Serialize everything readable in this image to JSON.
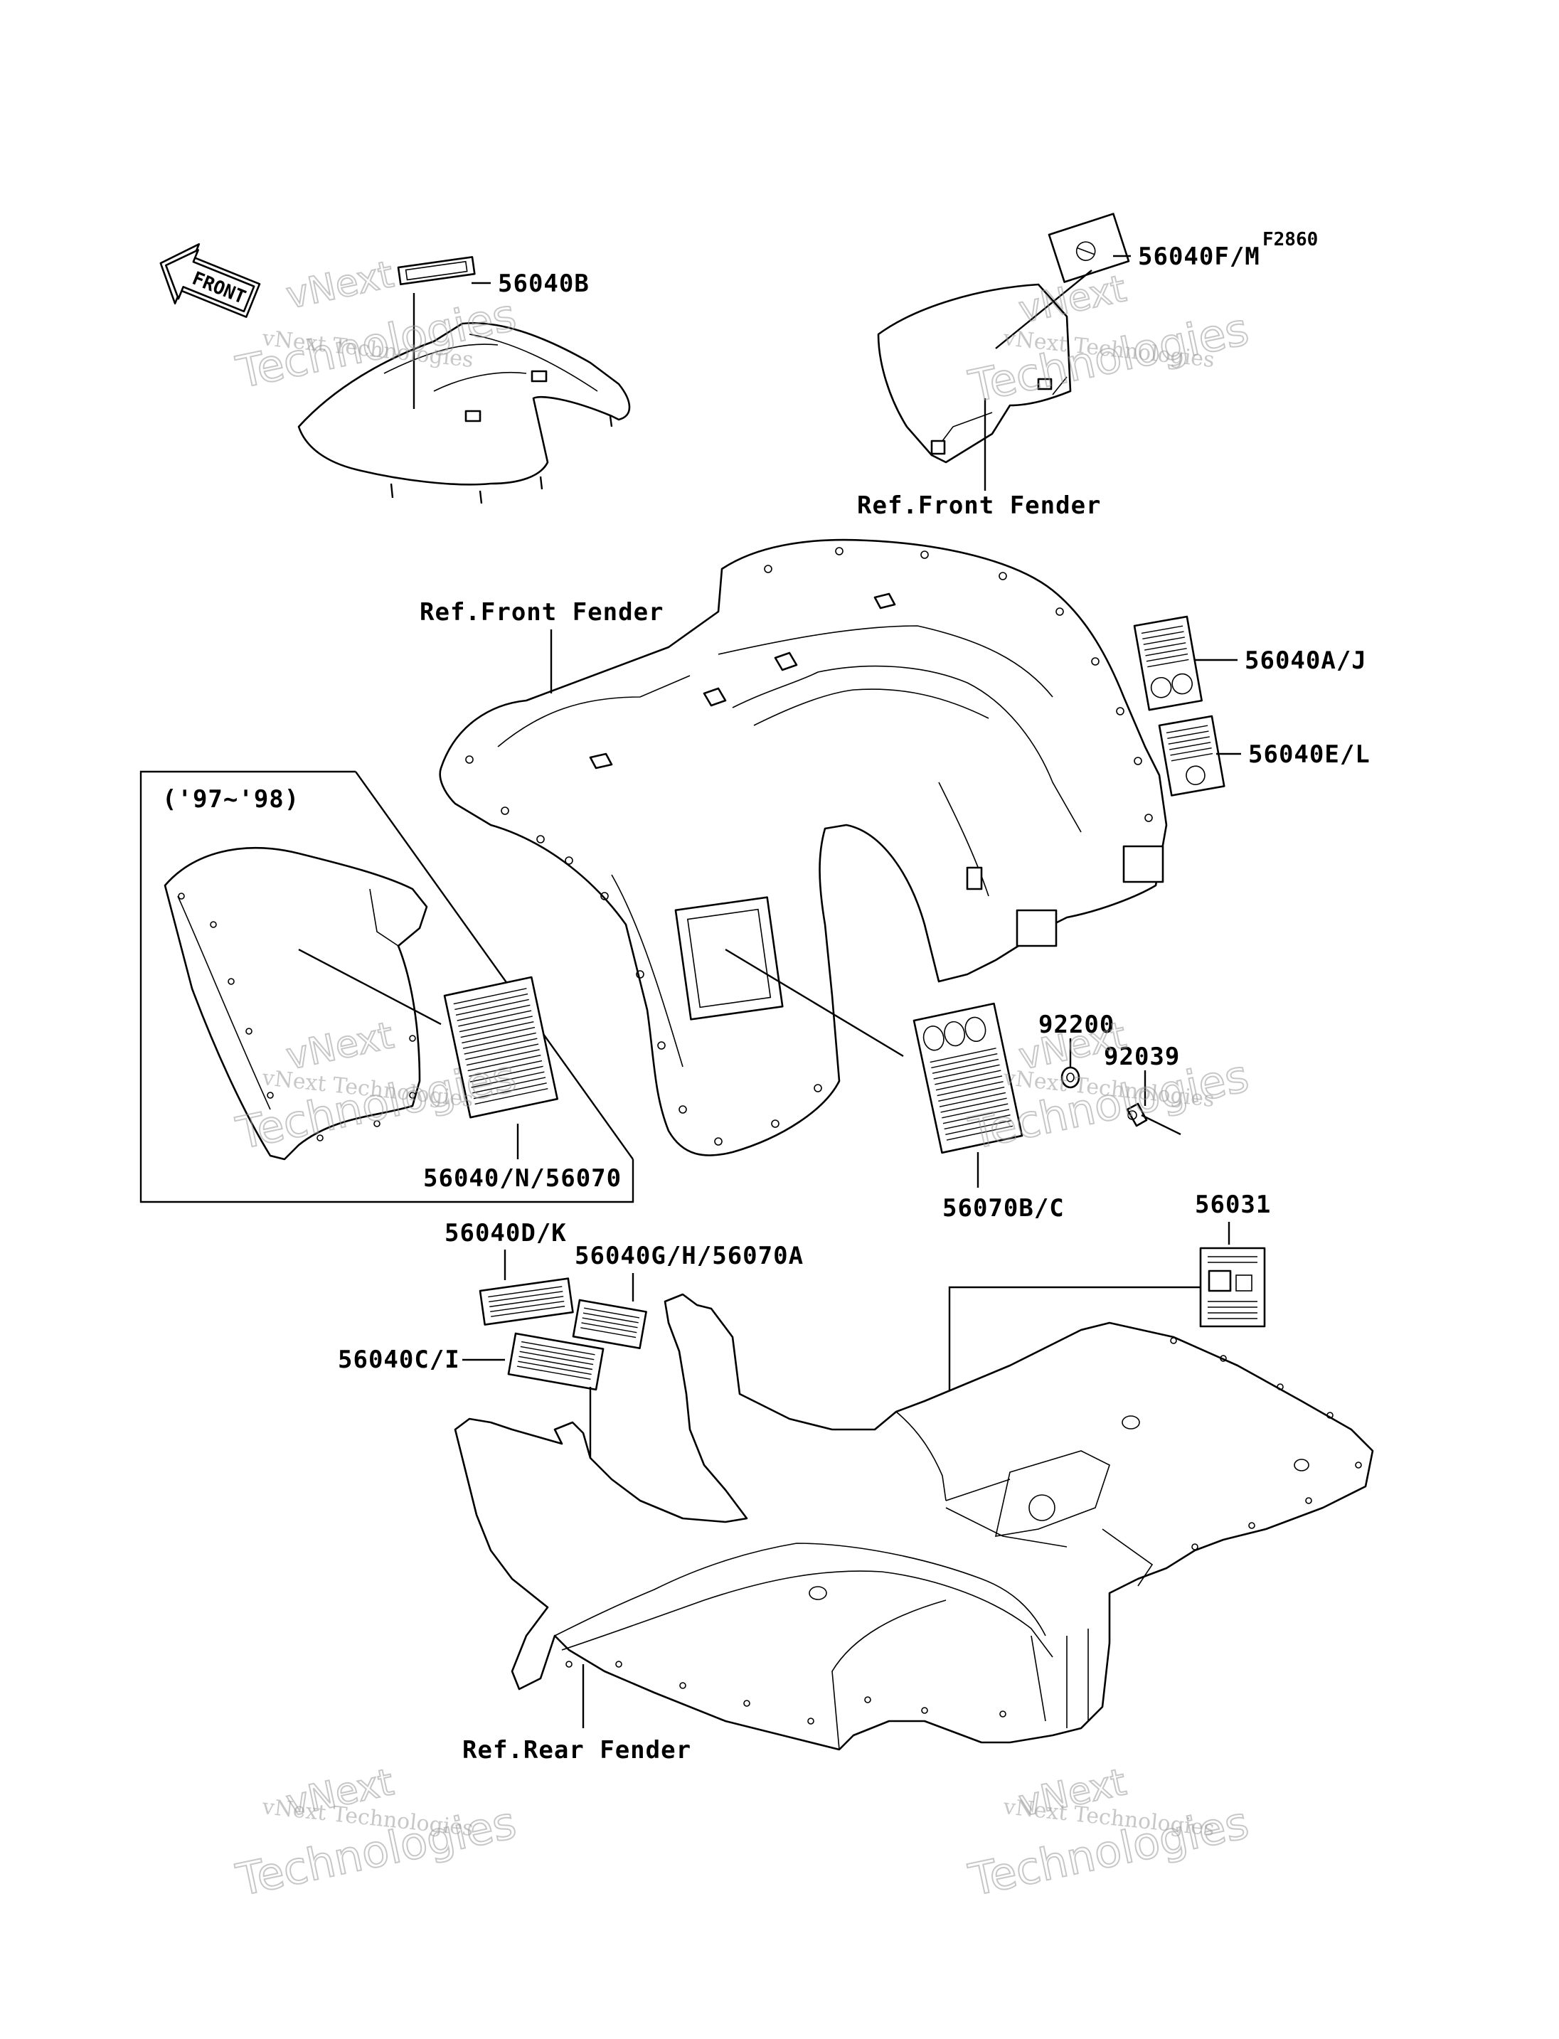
{
  "figure_id": "F2860",
  "labels": {
    "p56040B": "56040B",
    "p56040FM": "56040F/M",
    "ref_front_fender_top": "Ref.Front Fender",
    "ref_front_fender_mid": "Ref.Front Fender",
    "p56040AJ": "56040A/J",
    "p56040EL": "56040E/L",
    "year_range": "('97~'98)",
    "p92200": "92200",
    "p92039": "92039",
    "p56040N56070": "56040/N/56070",
    "p56070BC": "56070B/C",
    "p56040DK": "56040D/K",
    "p56040GH56070A": "56040G/H/56070A",
    "p56031": "56031",
    "p56040CI": "56040C/I",
    "ref_rear_fender": "Ref.Rear Fender"
  },
  "front_arrow": "FRONT",
  "watermark": {
    "line1": "vNext Technologies",
    "big1": "vNext",
    "big2": "Technologies"
  }
}
